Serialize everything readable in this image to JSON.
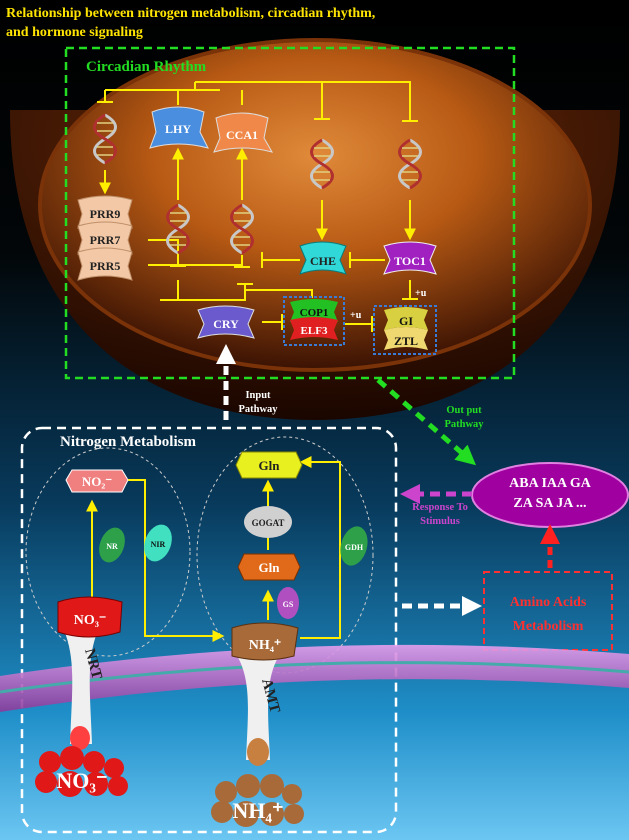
{
  "title_line1": "Relationship between nitrogen metabolism, circadian rhythm,",
  "title_line2": "and hormone signaling",
  "circadian": {
    "label": "Circadian Rhythm",
    "nodes": {
      "lhy": "LHY",
      "cca1": "CCA1",
      "prr9": "PRR9",
      "prr7": "PRR7",
      "prr5": "PRR5",
      "che": "CHE",
      "toc1": "TOC1",
      "cry": "CRY",
      "cop1": "COP1",
      "elf3": "ELF3",
      "gi": "GI",
      "ztl": "ZTL"
    },
    "plus_u_1": "+u",
    "plus_u_2": "+u"
  },
  "pathways": {
    "input_1": "Input",
    "input_2": "Pathway",
    "output_1": "Out put",
    "output_2": "Pathway",
    "response_1": "Response To",
    "response_2": "Stimulus"
  },
  "hormones": {
    "line1": "ABA  IAA  GA",
    "line2": "ZA SA JA ..."
  },
  "amino": {
    "line1": "Amino Acids",
    "line2": "Metabolism"
  },
  "nitrogen": {
    "label": "Nitrogen Metabolism",
    "no2": "NO₂⁻",
    "no3": "NO₃⁻",
    "nh4": "NH₄⁺",
    "nr": "NR",
    "nir": "NIR",
    "gln_top": "Gln",
    "gogat": "GOGAT",
    "gln_mid": "Gln",
    "gs": "GS",
    "gdh": "GDH",
    "nrt": "NRT",
    "amt": "AMT",
    "no3_out": "NO₃⁻",
    "nh4_out": "NH₄⁺"
  },
  "colors": {
    "title": "#ffe400",
    "circadian_box": "#22dd22",
    "arrow": "#ffee00",
    "output_arrow": "#22dd22",
    "response_arrow": "#cc44cc",
    "amino": "#ff3030",
    "hormone_fill": "#a000a0",
    "bowl": "#b85a14"
  }
}
